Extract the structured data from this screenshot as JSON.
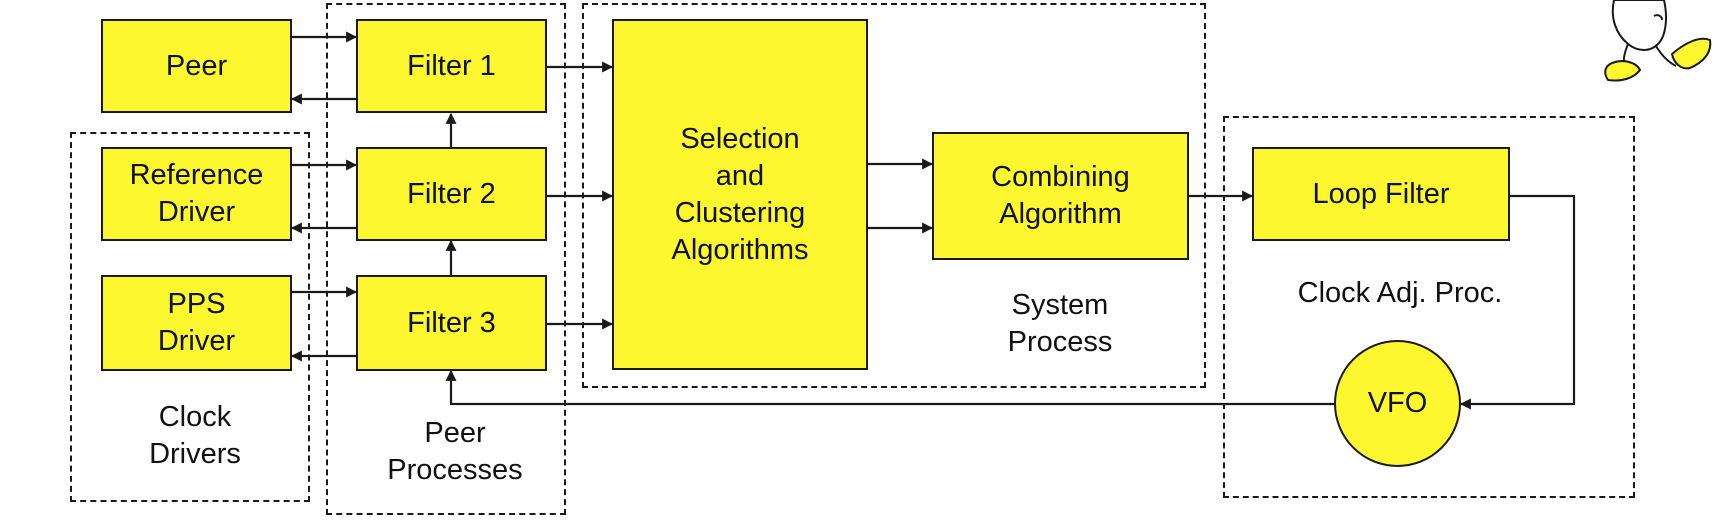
{
  "nodes": {
    "peer": "Peer",
    "reference_driver": "Reference\nDriver",
    "pps_driver": "PPS\nDriver",
    "filter1": "Filter 1",
    "filter2": "Filter 2",
    "filter3": "Filter 3",
    "selection": "Selection\nand\nClustering\nAlgorithms",
    "combining": "Combining\nAlgorithm",
    "loop_filter": "Loop Filter",
    "vfo": "VFO"
  },
  "groups": {
    "clock_drivers": "Clock\nDrivers",
    "peer_processes": "Peer\nProcesses",
    "system_process": "System\nProcess",
    "clock_adj": "Clock Adj. Proc."
  },
  "colors": {
    "box_fill": "#fcf72f",
    "line": "#1a1a1a"
  },
  "mascot_icon": "duck-mascot-icon"
}
